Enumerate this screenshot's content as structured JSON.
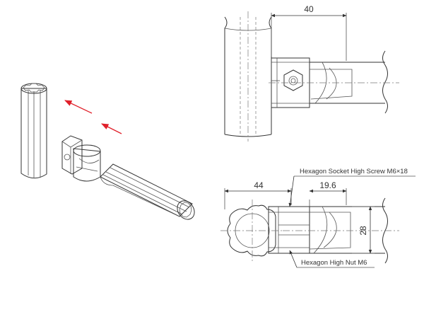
{
  "dimensions": {
    "top_width": "40",
    "bottom_left_width": "44",
    "bottom_right_width": "19.6",
    "height": "28"
  },
  "callouts": {
    "screw": "Hexagon Socket High Screw  M6×18",
    "nut": "Hexagon High Nut  M6"
  },
  "colors": {
    "fitting": "#f2c8d6",
    "fitting_shade": "#d88fa8",
    "arrow": "#e0202a",
    "line": "#333333",
    "metal_light": "#e6e6e6",
    "metal_mid": "#cfcfcf",
    "metal_dark": "#a8a8a8"
  }
}
